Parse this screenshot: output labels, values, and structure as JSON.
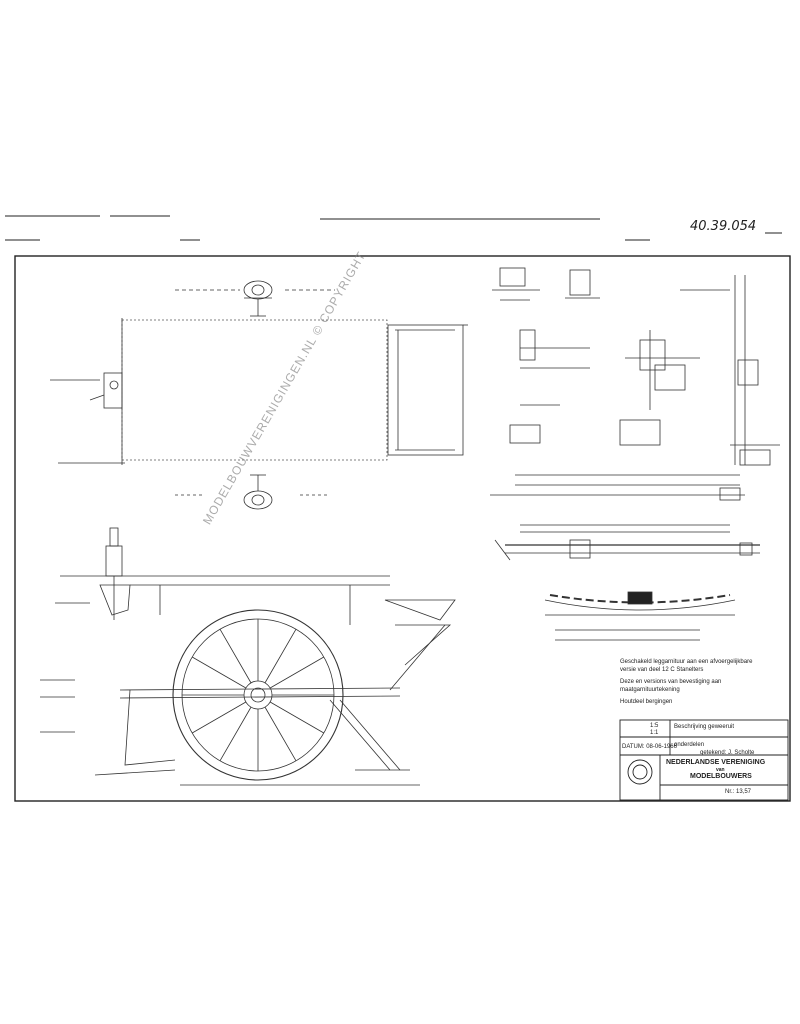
{
  "drawing": {
    "number_handwritten": "40.39.054",
    "watermark": "MODELBOUWVERENIGINGEN.NL © COPYRIGHT"
  },
  "notes": {
    "line1": "Geschakeld leggarnituur aan een afvoergelijkbare",
    "line2": "versie van deel 12 C Stanelters",
    "line3": "Deze en versions van bevestiging aan",
    "line4": "maatgarnituurtekening",
    "line5": "Houtdeel bergingen"
  },
  "title_block": {
    "scale_label_1": "1:5",
    "scale_label_2": "1:1",
    "date_label": "DATUM: 08-06-1966",
    "subject_line1": "Beschrijving geweeruit",
    "subject_line2": "onderdelen",
    "drawn_label": "getekend: J. Scholte",
    "org_line1": "NEDERLANDSE VERENIGING",
    "org_line2": "van",
    "org_line3": "MODELBOUWERS",
    "number_label": "Nr.: 13,57"
  }
}
